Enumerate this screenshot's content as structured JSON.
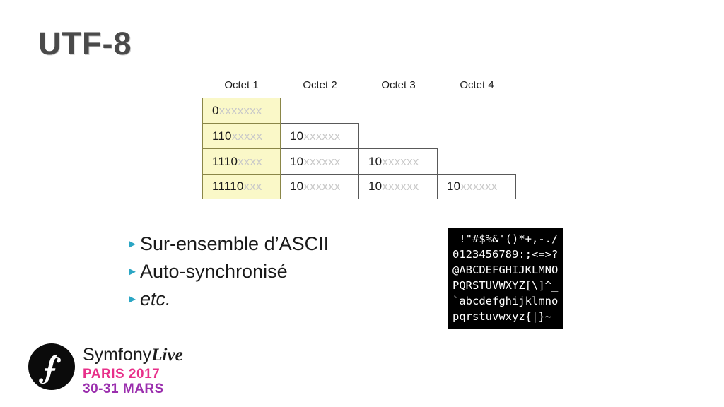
{
  "slide": {
    "title": "UTF-8"
  },
  "table": {
    "headers": [
      "Octet 1",
      "Octet 2",
      "Octet 3",
      "Octet 4"
    ],
    "rows": [
      {
        "cells": [
          {
            "kind": "lead",
            "fixed": "0",
            "free": "xxxxxxx"
          },
          {
            "kind": "empty",
            "fixed": "",
            "free": ""
          },
          {
            "kind": "empty",
            "fixed": "",
            "free": ""
          },
          {
            "kind": "empty",
            "fixed": "",
            "free": ""
          }
        ]
      },
      {
        "cells": [
          {
            "kind": "lead",
            "fixed": "110",
            "free": "xxxxx"
          },
          {
            "kind": "cont",
            "fixed": "10",
            "free": "xxxxxx"
          },
          {
            "kind": "empty",
            "fixed": "",
            "free": ""
          },
          {
            "kind": "empty",
            "fixed": "",
            "free": ""
          }
        ]
      },
      {
        "cells": [
          {
            "kind": "lead",
            "fixed": "1110",
            "free": "xxxx"
          },
          {
            "kind": "cont",
            "fixed": "10",
            "free": "xxxxxx"
          },
          {
            "kind": "cont",
            "fixed": "10",
            "free": "xxxxxx"
          },
          {
            "kind": "empty",
            "fixed": "",
            "free": ""
          }
        ]
      },
      {
        "cells": [
          {
            "kind": "lead",
            "fixed": "11110",
            "free": "xxx"
          },
          {
            "kind": "cont",
            "fixed": "10",
            "free": "xxxxxx"
          },
          {
            "kind": "cont",
            "fixed": "10",
            "free": "xxxxxx"
          },
          {
            "kind": "cont",
            "fixed": "10",
            "free": "xxxxxx"
          }
        ]
      }
    ],
    "lead_fill": "#faf8c8",
    "lead_border": "#8a8648",
    "cont_border": "#595959",
    "free_bit_color": "#c9c9c9"
  },
  "bullets": [
    {
      "marker": "triangle-right-icon",
      "text": "Sur-ensemble d’ASCII",
      "italic": false
    },
    {
      "marker": "triangle-right-icon",
      "text": "Auto-synchronisé",
      "italic": false
    },
    {
      "marker": "triangle-right-icon",
      "text": "etc.",
      "italic": true
    }
  ],
  "bullet_color": "#2ba6c4",
  "ascii": {
    "lines": [
      " !\"#$%&'()*+,-./",
      "0123456789:;<=>?",
      "@ABCDEFGHIJKLMNO",
      "PQRSTUVWXYZ[\\]^_",
      "`abcdefghijklmno",
      "pqrstuvwxyz{|}~"
    ],
    "background": "#000000",
    "foreground": "#ffffff"
  },
  "logo": {
    "mark": "symfony-sf-icon",
    "brand_name": "Symfony",
    "brand_suffix": "Live",
    "city_line": "PARIS 2017",
    "dates_line": "30-31 MARS",
    "city_color": "#e8308a",
    "dates_color": "#9b2fae"
  }
}
